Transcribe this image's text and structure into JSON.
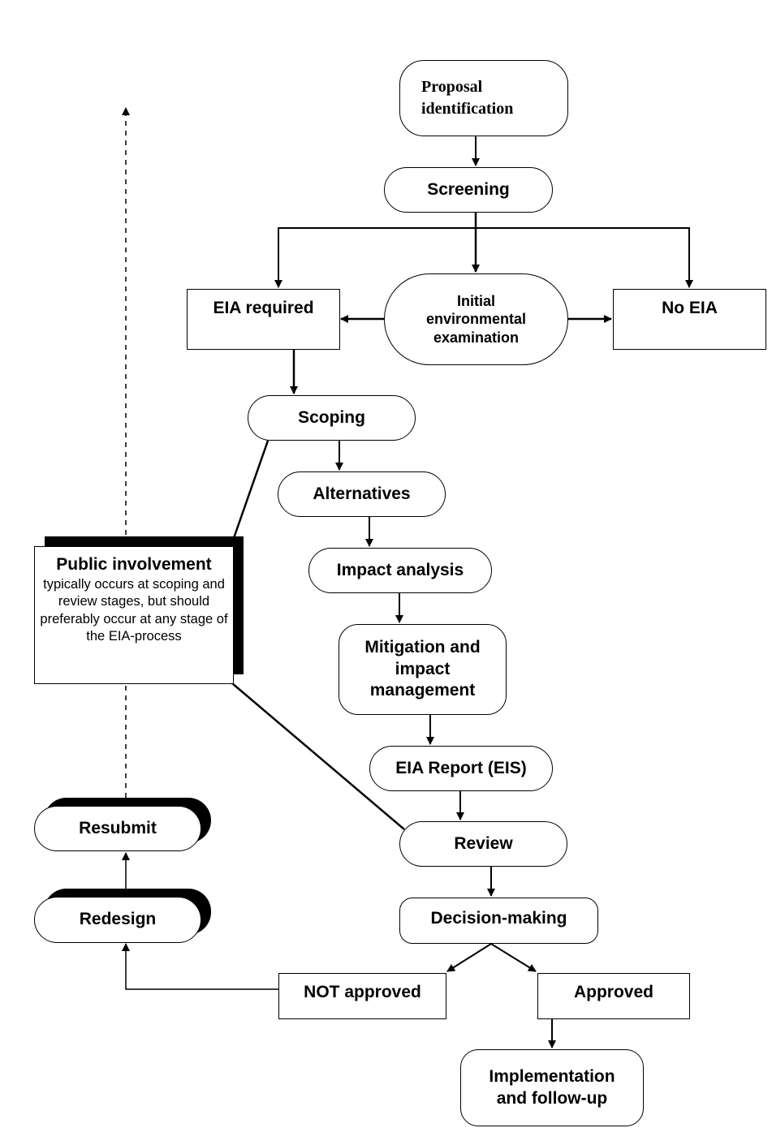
{
  "nodes": {
    "proposal": "Proposal identification",
    "screening": "Screening",
    "eia_required": "EIA required",
    "initial_exam": "Initial environmental examination",
    "no_eia": "No EIA",
    "scoping": "Scoping",
    "alternatives": "Alternatives",
    "impact_analysis": "Impact analysis",
    "mitigation": "Mitigation and impact management",
    "eia_report": "EIA Report (EIS)",
    "review": "Review",
    "decision": "Decision-making",
    "not_approved": "NOT approved",
    "approved": "Approved",
    "implementation": "Implementation and follow-up",
    "resubmit": "Resubmit",
    "redesign": "Redesign"
  },
  "public_involvement": {
    "title": "Public involvement",
    "body": "typically occurs at scoping and review stages, but should preferably occur at any stage of the EIA-process"
  },
  "colors": {
    "line": "#000000",
    "fill": "#ffffff",
    "shadow": "#000000"
  }
}
